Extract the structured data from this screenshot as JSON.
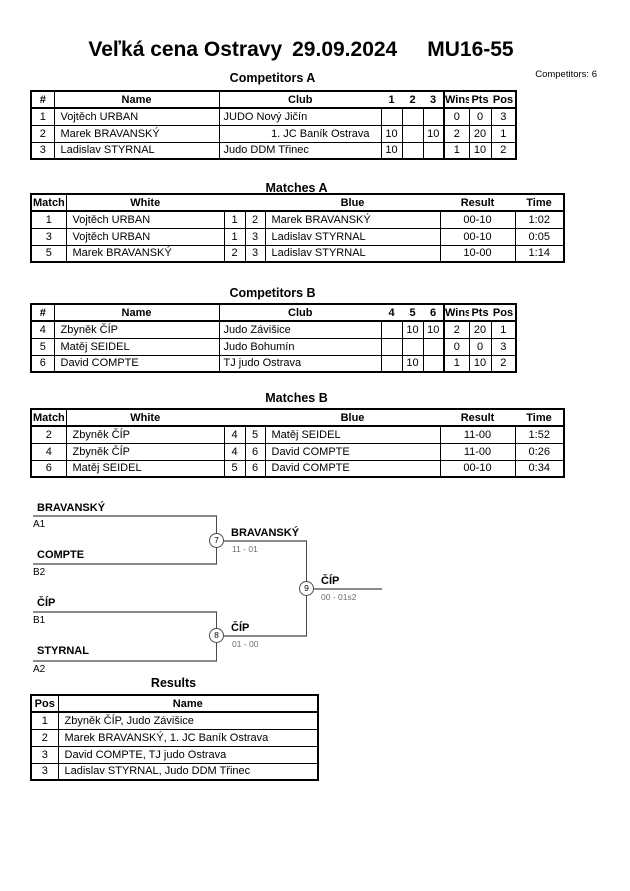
{
  "header": {
    "title_event": "Veľká cena Ostravy",
    "title_date": "29.09.2024",
    "title_category": "MU16-55",
    "competitors_note": "Competitors: 6"
  },
  "competitorsA": {
    "title": "Competitors A",
    "headers": [
      "#",
      "Name",
      "Club",
      "1",
      "2",
      "3",
      "Wins",
      "Pts",
      "Pos"
    ],
    "rows": [
      [
        "1",
        "Vojtěch URBAN",
        "JUDO Nový Jičín",
        "",
        "",
        "",
        "0",
        "0",
        "3"
      ],
      [
        "2",
        "Marek BRAVANSKÝ",
        "1. JC Baník Ostrava",
        "10",
        "",
        "10",
        "2",
        "20",
        "1"
      ],
      [
        "3",
        "Ladislav STYRNAL",
        "Judo DDM Třinec",
        "10",
        "",
        "",
        "1",
        "10",
        "2"
      ]
    ]
  },
  "matchesA": {
    "title": "Matches A",
    "headers": [
      "Match",
      "White",
      "",
      "",
      "Blue",
      "Result",
      "Time"
    ],
    "rows": [
      [
        "1",
        "Vojtěch URBAN",
        "1",
        "2",
        "Marek BRAVANSKÝ",
        "00-10",
        "1:02"
      ],
      [
        "3",
        "Vojtěch URBAN",
        "1",
        "3",
        "Ladislav STYRNAL",
        "00-10",
        "0:05"
      ],
      [
        "5",
        "Marek BRAVANSKÝ",
        "2",
        "3",
        "Ladislav STYRNAL",
        "10-00",
        "1:14"
      ]
    ]
  },
  "competitorsB": {
    "title": "Competitors B",
    "headers": [
      "#",
      "Name",
      "Club",
      "4",
      "5",
      "6",
      "Wins",
      "Pts",
      "Pos"
    ],
    "rows": [
      [
        "4",
        "Zbyněk ČÍP",
        "Judo Závišice",
        "",
        "10",
        "10",
        "2",
        "20",
        "1"
      ],
      [
        "5",
        "Matěj SEIDEL",
        "Judo Bohumín",
        "",
        "",
        "",
        "0",
        "0",
        "3"
      ],
      [
        "6",
        "David COMPTE",
        "TJ judo Ostrava",
        "",
        "10",
        "",
        "1",
        "10",
        "2"
      ]
    ]
  },
  "matchesB": {
    "title": "Matches B",
    "headers": [
      "Match",
      "White",
      "",
      "",
      "Blue",
      "Result",
      "Time"
    ],
    "rows": [
      [
        "2",
        "Zbyněk ČÍP",
        "4",
        "5",
        "Matěj SEIDEL",
        "11-00",
        "1:52"
      ],
      [
        "4",
        "Zbyněk ČÍP",
        "4",
        "6",
        "David COMPTE",
        "11-00",
        "0:26"
      ],
      [
        "6",
        "Matěj SEIDEL",
        "5",
        "6",
        "David COMPTE",
        "00-10",
        "0:34"
      ]
    ]
  },
  "bracket": {
    "sf1": {
      "match_no": "7",
      "top": {
        "name": "BRAVANSKÝ",
        "seed": "A1"
      },
      "bottom": {
        "name": "COMPTE",
        "seed": "B2"
      },
      "winner": "BRAVANSKÝ",
      "score": "11 - 01"
    },
    "sf2": {
      "match_no": "8",
      "top": {
        "name": "ČÍP",
        "seed": "B1"
      },
      "bottom": {
        "name": "STYRNAL",
        "seed": "A2"
      },
      "winner": "ČÍP",
      "score": "01 - 00"
    },
    "final": {
      "match_no": "9",
      "winner": "ČÍP",
      "score": "00 - 01s2"
    }
  },
  "results": {
    "title": "Results",
    "headers": [
      "Pos",
      "Name"
    ],
    "rows": [
      [
        "1",
        "Zbyněk ČÍP, Judo Závišice"
      ],
      [
        "2",
        "Marek BRAVANSKÝ, 1. JC Baník Ostrava"
      ],
      [
        "3",
        "David COMPTE, TJ judo Ostrava"
      ],
      [
        "3",
        "Ladislav STYRNAL, Judo DDM Třinec"
      ]
    ]
  }
}
